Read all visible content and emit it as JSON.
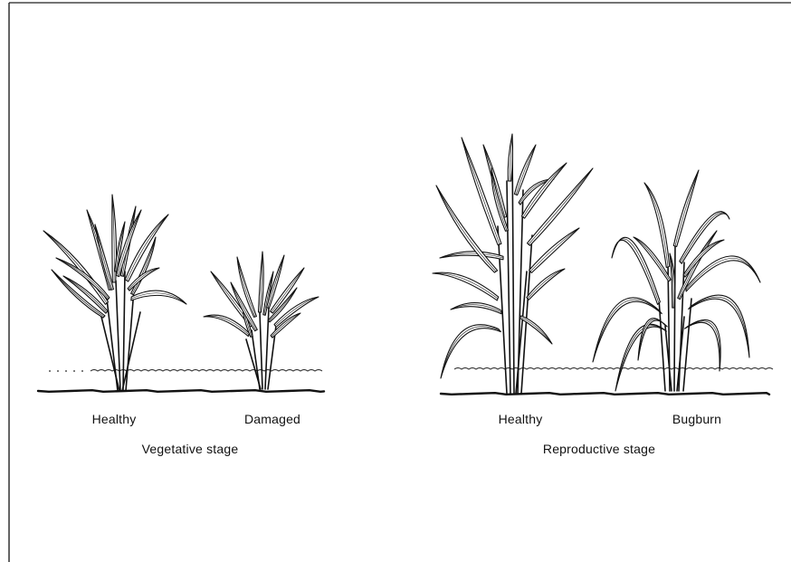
{
  "figure": {
    "panels": [
      {
        "plants": [
          "Healthy",
          "Damaged"
        ],
        "caption": "Vegetative stage"
      },
      {
        "plants": [
          "Healthy",
          "Bugburn"
        ],
        "caption": "Reproductive stage"
      }
    ]
  }
}
